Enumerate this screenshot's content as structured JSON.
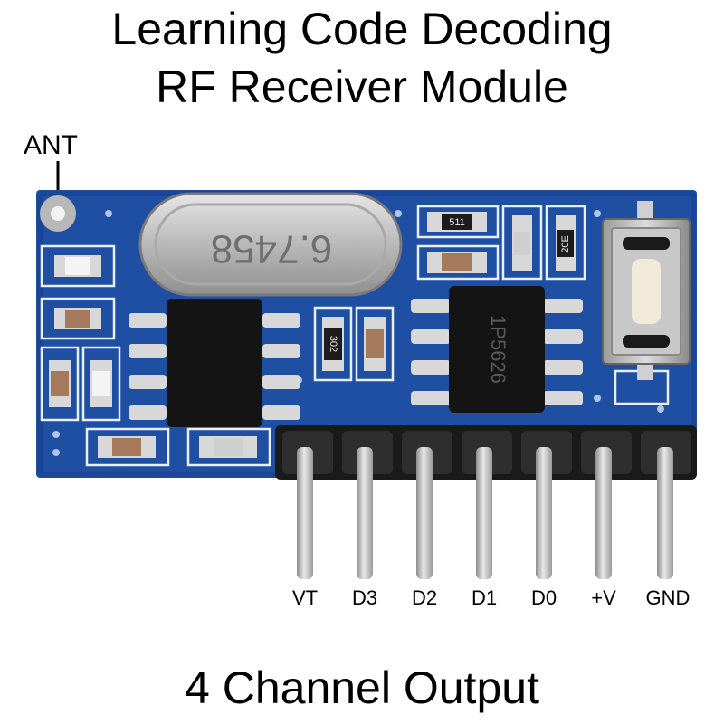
{
  "title_line1": "Learning Code Decoding",
  "title_line2": "RF Receiver Module",
  "antenna_label": "ANT",
  "crystal_marking": "6.7458",
  "chip_marking": "1P5626",
  "resistor_markings": [
    "511",
    "20E",
    "302"
  ],
  "pin_labels": [
    "VT",
    "D3",
    "D2",
    "D1",
    "D0",
    "+V",
    "GND"
  ],
  "footer": "4 Channel Output",
  "colors": {
    "pcb": "#1f4fa3",
    "pcb_dark": "#17418c",
    "silk": "#e8f0ff",
    "chip": "#141414",
    "pin": "#c8c8c8",
    "header": "#1a1a1a"
  }
}
